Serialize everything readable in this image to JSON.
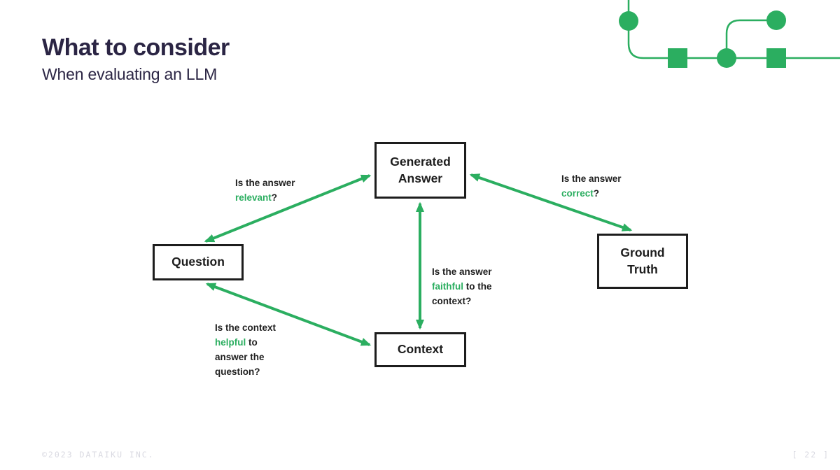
{
  "colors": {
    "green": "#2BAE60",
    "navy": "#2B2544",
    "ink": "#1D1D1D",
    "muted": "#D9D9E1"
  },
  "header": {
    "title": "What to consider",
    "subtitle": "When evaluating an LLM"
  },
  "diagram": {
    "nodes": {
      "generated_answer": {
        "label": "Generated Answer"
      },
      "question": {
        "label": "Question"
      },
      "ground_truth": {
        "label": "Ground Truth"
      },
      "context": {
        "label": "Context"
      }
    },
    "labels": {
      "relevant": {
        "prefix": "Is the answer",
        "highlight": "relevant",
        "suffix": "?"
      },
      "correct": {
        "prefix": "Is the answer",
        "highlight": "correct",
        "suffix": "?"
      },
      "faithful": {
        "prefix": "Is the answer",
        "highlight": "faithful",
        "suffix": " to the context?"
      },
      "helpful": {
        "prefix": "Is the context",
        "highlight": "helpful",
        "suffix": " to answer the question?"
      }
    }
  },
  "footer": {
    "copyright": "©2023 DATAIKU INC.",
    "page": "[ 22 ]"
  }
}
